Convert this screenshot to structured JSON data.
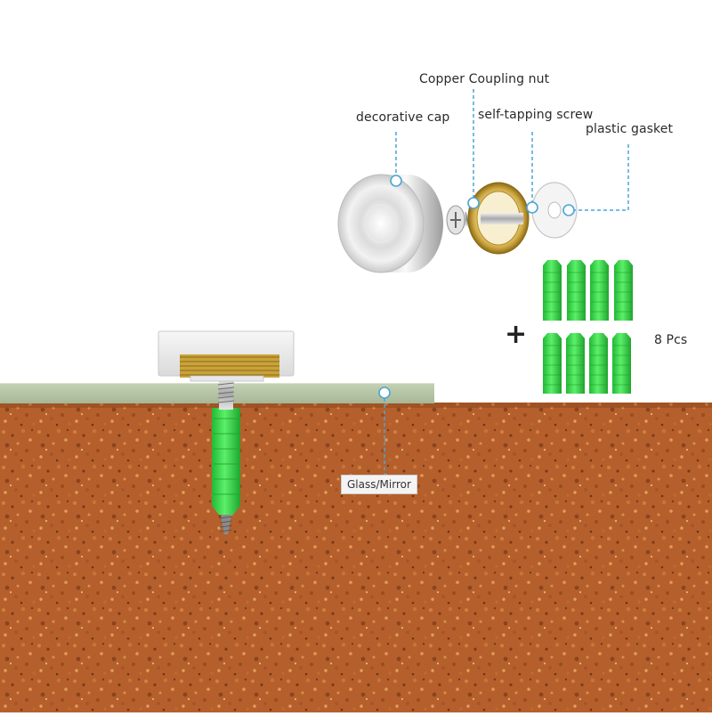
{
  "labels": {
    "copper_coupling_nut": "Copper Coupling nut",
    "decorative_cap": "decorative cap",
    "self_tapping_screw": "self-tapping screw",
    "plastic_gasket": "plastic gasket",
    "plus_sign": "+",
    "quantity": "8 Pcs",
    "glass_mirror": "Glass/Mirror"
  },
  "colors": {
    "soil": "#b5602c",
    "soil_light": "#d08040",
    "soil_dark": "#7a3a18",
    "glass": "#b4c4a4",
    "anchor_green": "#3ed84a",
    "leader_line": "#4aa6d6",
    "chrome": "#e6e6e6",
    "brass": "#c9a23a"
  },
  "icons": {
    "cap": "decorative-cap-icon",
    "nut": "copper-coupling-nut-icon",
    "screw": "self-tapping-screw-icon",
    "gasket": "plastic-gasket-icon",
    "anchor": "wall-anchor-icon"
  }
}
